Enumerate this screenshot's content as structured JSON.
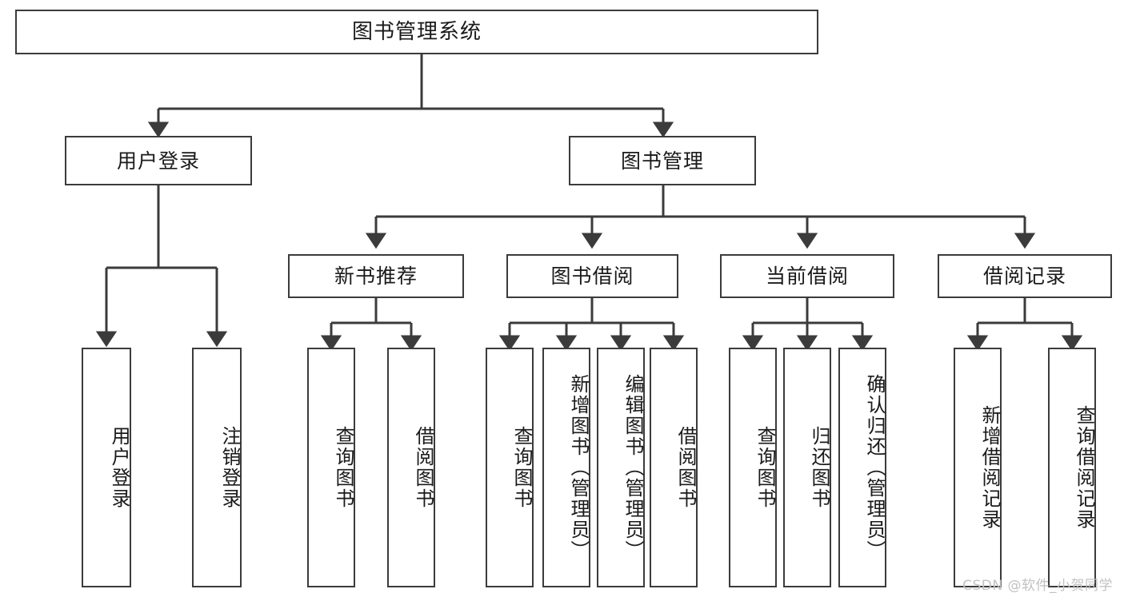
{
  "diagram": {
    "type": "tree",
    "title": "图书管理系统",
    "watermark": "CSDN @软件_小贺同学",
    "colors": {
      "background": "#ffffff",
      "node_border": "#3b3b3b",
      "node_fill": "#ffffff",
      "edge": "#3b3b3b",
      "text": "#1a1a1a",
      "watermark": "#c2c2c2"
    },
    "nodes": {
      "root": {
        "label": "图书管理系统"
      },
      "level2": [
        {
          "label": "用户登录"
        },
        {
          "label": "图书管理"
        }
      ],
      "level3": [
        {
          "label": "新书推荐"
        },
        {
          "label": "图书借阅"
        },
        {
          "label": "当前借阅"
        },
        {
          "label": "借阅记录"
        }
      ],
      "leaves_user_login": [
        {
          "label": "用户登录"
        },
        {
          "label": "注销登录"
        }
      ],
      "leaves_new_book": [
        {
          "label": "查询图书"
        },
        {
          "label": "借阅图书"
        }
      ],
      "leaves_borrow": [
        {
          "label": "查询图书"
        },
        {
          "label": "新增图书（管理员）"
        },
        {
          "label": "编辑图书（管理员）"
        },
        {
          "label": "借阅图书"
        }
      ],
      "leaves_current": [
        {
          "label": "查询图书"
        },
        {
          "label": "归还图书"
        },
        {
          "label": "确认归还（管理员）"
        }
      ],
      "leaves_record": [
        {
          "label": "新增借阅记录"
        },
        {
          "label": "查询借阅记录"
        }
      ]
    }
  }
}
